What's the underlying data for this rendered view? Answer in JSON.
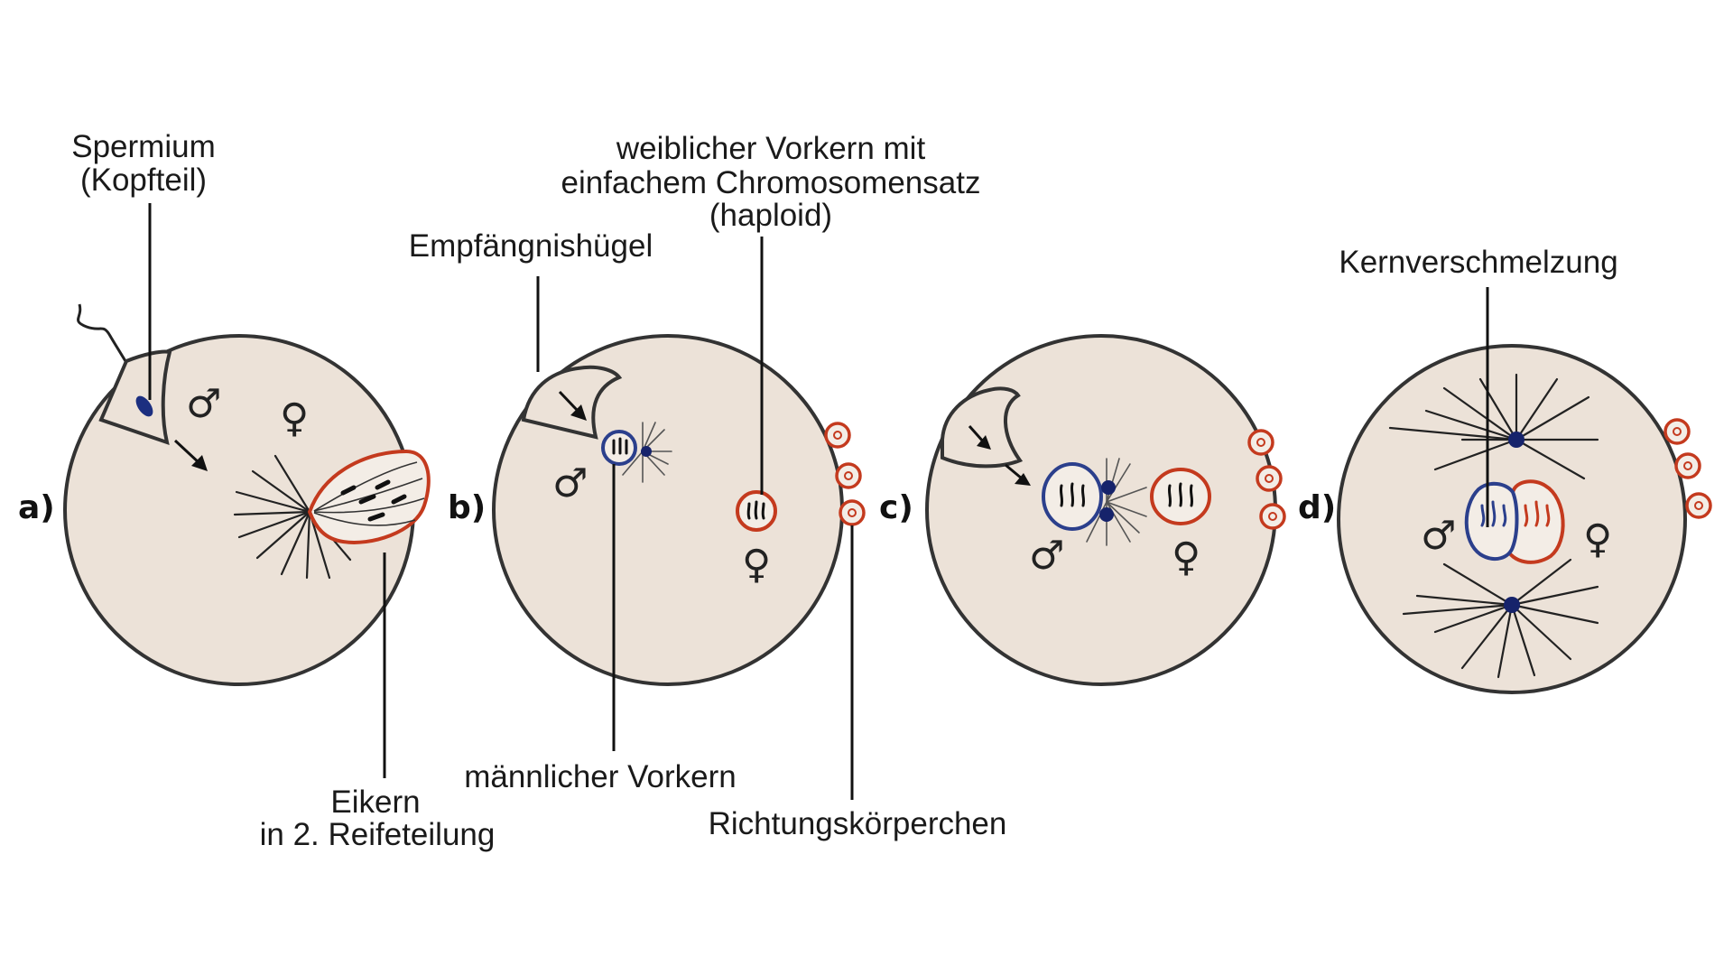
{
  "labels": {
    "spermium_line1": "Spermium",
    "spermium_line2": "(Kopfteil)",
    "empfaengnishuegel": "Empfängnishügel",
    "weiblicher_line1": "weiblicher Vorkern mit",
    "weiblicher_line2": "einfachem Chromosomensatz",
    "weiblicher_line3": "(haploid)",
    "kernverschmelzung": "Kernverschmelzung",
    "maennlicher_vorkern": "männlicher Vorkern",
    "eikern_line1": "Eikern",
    "eikern_line2": "in 2. Reifeteilung",
    "richtungskoerperchen": "Richtungskörperchen"
  },
  "panels": [
    "a)",
    "b)",
    "c)",
    "d)"
  ],
  "symbols": {
    "male": "♂",
    "female": "♀"
  },
  "colors": {
    "egg_fill": "#ece2d8",
    "female_red": "#c43a1e",
    "male_blue": "#2b3f8c",
    "centrosome": "#16236b"
  }
}
